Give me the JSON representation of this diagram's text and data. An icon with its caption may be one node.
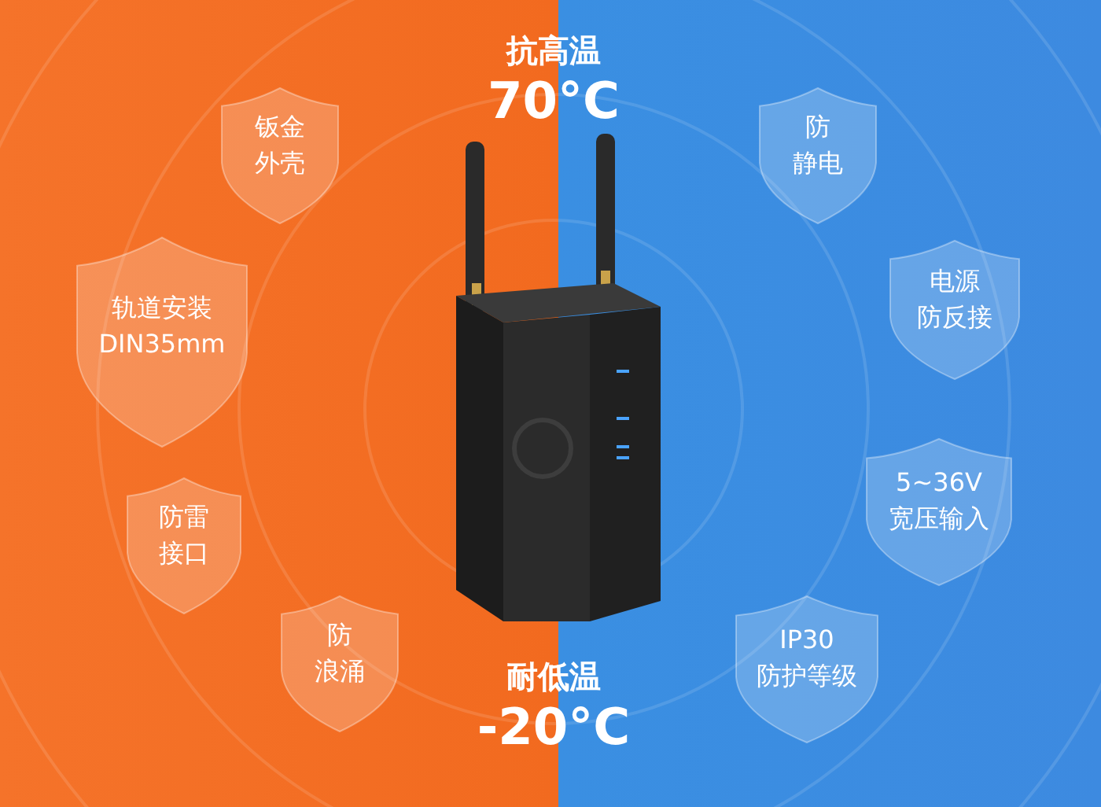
{
  "diagram": {
    "nodes": [
      {
        "text": [
          "钣金外壳"
        ]
      },
      {
        "text": [
          "轨道安装DIN35mm"
        ]
      },
      {
        "text": [
          "防雷接口"
        ]
      },
      {
        "text": [
          "防浪涌"
        ]
      },
      {
        "text": [
          "防静电"
        ]
      },
      {
        "text": [
          "电源防反接"
        ]
      },
      {
        "text": [
          "5~36V宽压输入"
        ]
      },
      {
        "text": [
          "IP30防护等级"
        ]
      }
    ],
    "labels": [
      "抗高温",
      "70°C",
      "耐低温",
      "-20°C"
    ]
  }
}
